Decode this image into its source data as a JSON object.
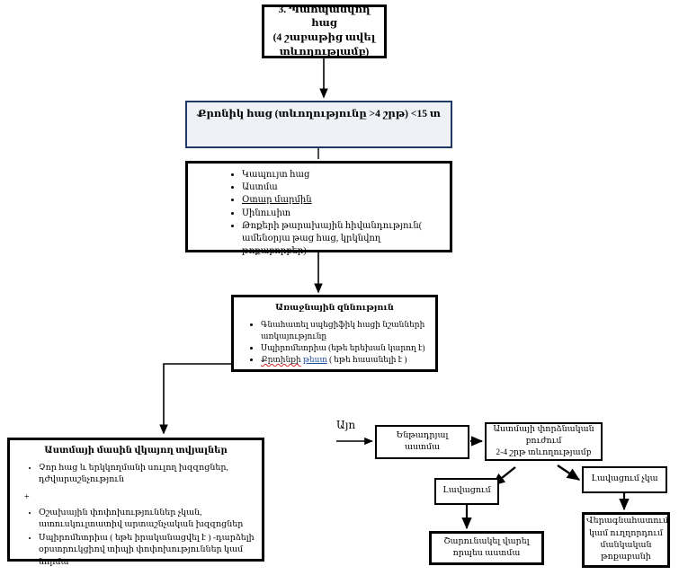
{
  "diagram": {
    "title_box": {
      "lines": [
        "3. Պահպանվող հաց",
        "(4 շաբաթից ավել",
        "տևողությամբ)"
      ]
    },
    "chronic_box": {
      "text": "Քրոնիկ հաց (տևողությունը >4 շրթ) <15 տ",
      "fill_color": "#eef1f5",
      "border_color": "#1f3864"
    },
    "differential_box": {
      "items": [
        "Կապույտ հաց",
        "Աստմա",
        "Օտար մարմին",
        "Սինուսիտ",
        "Թոքերի թարախային հիվանդություն( ամենօրյա թաց հաց, կրկնվող թոքաբորբեր)"
      ],
      "underlined_index": 2
    },
    "evaluation_box": {
      "header": "Առաջնային զննություն",
      "items": [
        "Գնահատել սպեցիֆիկ հացի նշանների առկայությունը",
        "Սպիրոմետրիա (եթե երեխան կարող է)",
        "Քրտինքի թեստ ( եթե հասանելի է )"
      ],
      "item3_misspelled": "Քրտինքի",
      "item3_link": "թեստ",
      "item3_rest": "( եթե հասանելի է )"
    },
    "asthma_box": {
      "header": "Աստմայի մասին վկայող տվյալներ",
      "items": [
        "Չոր հաց և երկկողմանի սուլող խզզոցներ, դժվարաշնչություն",
        "Օշախային փոփոխություններ չկան, ատուսկուլտատիվ արտաշնչական խզզոցներ",
        "Սպիրոմետրիա ( եթե իրականացվել է ) -դարձելի օբստրուկցիով տիպի փոփոխություններ կամ նորմա"
      ],
      "plus_sign": "+"
    },
    "yes_label": "Այո",
    "suspected_box": {
      "text": "Ենթադրյալ աստմա"
    },
    "trial_box": {
      "lines": [
        "Աստմայի փորձնական բուժում",
        "2-4 շրթ տևողությամբ"
      ]
    },
    "improve_box": {
      "text": "Լավացում"
    },
    "no_improve_box": {
      "text": "Լավացում չկա"
    },
    "continue_box": {
      "lines": [
        "Շարունակել վարել",
        "որպես աստմա"
      ]
    },
    "reassess_box": {
      "lines": [
        "Վերագնահատում",
        "կամ ուղղորդում",
        "մանկական",
        "թոքաբանի"
      ]
    }
  }
}
